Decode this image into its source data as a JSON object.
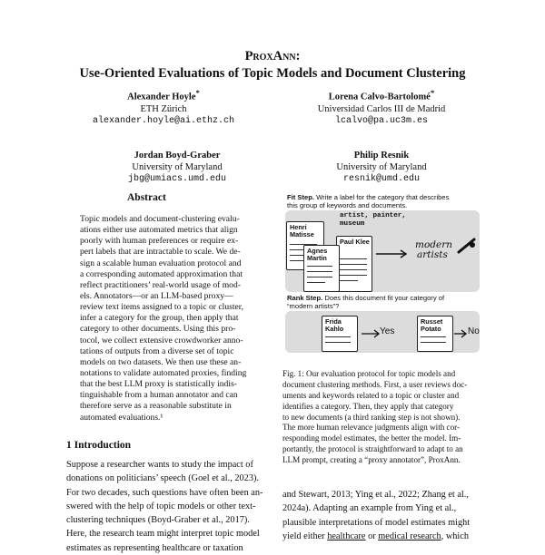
{
  "title": {
    "line1": "ProxAnn:",
    "line2": "Use-Oriented Evaluations of Topic Models and Document Clustering"
  },
  "authors": [
    {
      "name": "Alexander Hoyle",
      "mark": "*",
      "affiliation": "ETH Zürich",
      "email": "alexander.hoyle@ai.ethz.ch"
    },
    {
      "name": "Lorena Calvo-Bartolomé",
      "mark": "*",
      "affiliation": "Universidad Carlos III de Madrid",
      "email": "lcalvo@pa.uc3m.es"
    },
    {
      "name": "Jordan Boyd-Graber",
      "mark": "",
      "affiliation": "University of Maryland",
      "email": "jbg@umiacs.umd.edu"
    },
    {
      "name": "Philip Resnik",
      "mark": "",
      "affiliation": "University of Maryland",
      "email": "resnik@umd.edu"
    }
  ],
  "abstract": {
    "heading": "Abstract",
    "lines": [
      "Topic models and document-clustering evalu-",
      "ations either use automated metrics that align",
      "poorly with human preferences or require ex-",
      "pert labels that are intractable to scale. We de-",
      "sign a scalable human evaluation protocol and",
      "a corresponding automated approximation that",
      "reflect practitioners’ real-world usage of mod-",
      "els.  Annotators—or an LLM-based proxy—",
      "review text items assigned to a topic or cluster,",
      "infer a category for the group, then apply that",
      "category to other documents. Using this pro-",
      "tocol, we collect extensive crowdworker anno-",
      "tations of outputs from a diverse set of topic",
      "models on two datasets. We then use these an-",
      "notations to validate automated proxies, finding",
      "that the best LLM proxy is statistically indis-",
      "tinguishable from a human annotator and can",
      "therefore serve as a reasonable substitute in",
      "automated evaluations.¹"
    ]
  },
  "intro": {
    "heading": "1   Introduction",
    "lines": [
      "Suppose a researcher wants to study the impact of",
      "donations on politicians’ speech (Goel et al., 2023).",
      "For two decades, such questions have often been an-",
      "swered with the help of topic models or other text-",
      "clustering techniques (Boyd-Graber et al., 2017).",
      "Here, the research team might interpret topic model",
      "estimates as representing healthcare or taxation"
    ]
  },
  "figure": {
    "fit_step_label": "Fit Step.",
    "fit_step_text_1": "Write a label for the category that describes",
    "fit_step_text_2": "this group of keywords and documents.",
    "keywords_1": "artist, painter,",
    "keywords_2": "museum",
    "doc1": "Henri Matisse",
    "doc2": "Agnes Martin",
    "doc3": "Paul Klee",
    "handwritten_label_1": "modern",
    "handwritten_label_2": "artists",
    "rank_step_label": "Rank Step.",
    "rank_step_text_1": "Does this document fit your category of",
    "rank_step_text_2": "“modern artists”?",
    "doc4": "Frida Kahlo",
    "yes": "Yes",
    "doc5": "Russet Potato",
    "no": "No"
  },
  "caption": {
    "lines": [
      "Fig. 1: Our evaluation protocol for topic models and",
      "document clustering methods. First, a user reviews doc-",
      "uments and keywords related to a topic or cluster and",
      "identifies a category.  Then, they apply that category",
      "to new documents (a third ranking step is not shown).",
      "The more human relevance judgments align with cor-",
      "responding model estimates, the better the model. Im-",
      "portantly, the protocol is straightforward to adapt to an",
      "LLM prompt, creating a “proxy annotator”, ProxAnn."
    ]
  },
  "right_body": {
    "lines": [
      "and Stewart, 2013; Ying et al., 2022; Zhang et al.,",
      "2024a).  Adapting an example from Ying et al.,",
      "plausible interpretations of model estimates might",
      "yield either healthcare or medical research, which"
    ]
  },
  "colors": {
    "figure_band": "#dcdcdc",
    "ink": "#111111"
  }
}
